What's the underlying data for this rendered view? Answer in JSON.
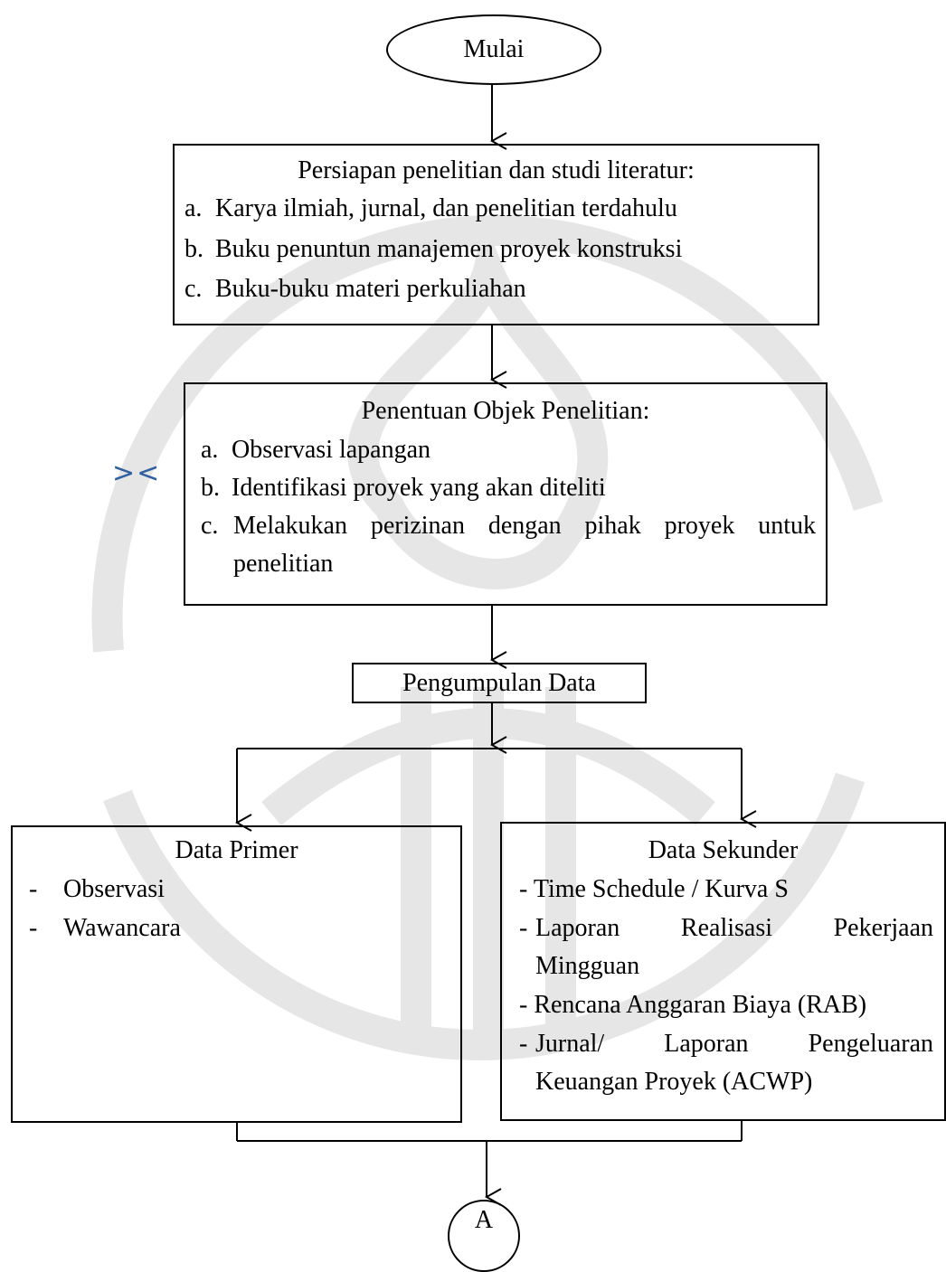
{
  "start": {
    "label": "Mulai"
  },
  "step1": {
    "title": "Persiapan penelitian dan studi literatur:",
    "items": [
      {
        "marker": "a.",
        "text": "Karya ilmiah, jurnal, dan penelitian terdahulu"
      },
      {
        "marker": "b.",
        "text": "Buku penuntun manajemen proyek konstruksi"
      },
      {
        "marker": "c.",
        "text": "Buku-buku materi perkuliahan"
      }
    ]
  },
  "step2": {
    "title": "Penentuan Objek Penelitian:",
    "items": [
      {
        "marker": "a.",
        "text": "Observasi lapangan"
      },
      {
        "marker": "b.",
        "text": "Identifikasi proyek yang akan diteliti"
      },
      {
        "marker": "c.",
        "words": [
          "Melakukan",
          "perizinan",
          "dengan",
          "pihak",
          "proyek",
          "untuk"
        ],
        "continuation": "penelitian"
      }
    ]
  },
  "step3": {
    "label": "Pengumpulan Data"
  },
  "primary": {
    "title": "Data Primer",
    "items": [
      {
        "marker": "-",
        "text": "Observasi"
      },
      {
        "marker": "-",
        "text": "Wawancara"
      }
    ]
  },
  "secondary": {
    "title": "Data Sekunder",
    "item1": "Time Schedule / Kurva S",
    "item2_words": [
      "Laporan",
      "Realisasi",
      "Pekerjaan"
    ],
    "item2_cont": "Mingguan",
    "item3": "Rencana Anggaran Biaya (RAB)",
    "item4_words": [
      "Jurnal/",
      "Laporan",
      "Pengeluaran"
    ],
    "item4_cont": "Keuangan Proyek (ACWP)",
    "marker": "-"
  },
  "connector": {
    "label": "A"
  },
  "cursor": {
    "glyph": "><"
  },
  "colors": {
    "line": "#000000",
    "watermark": "#e4e4e4",
    "cursor": "#3060a0"
  }
}
